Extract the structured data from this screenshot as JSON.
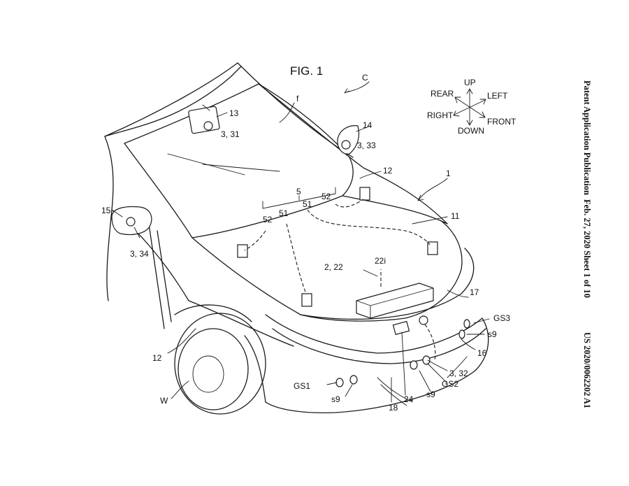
{
  "figure_title": "FIG. 1",
  "header": {
    "publication": "Patent Application Publication",
    "date_sheet": "Feb. 27, 2020  Sheet 1 of 10",
    "number": "US 2020/0062202 A1"
  },
  "directions": {
    "up": "UP",
    "down": "DOWN",
    "left": "LEFT",
    "right": "RIGHT",
    "front": "FRONT",
    "rear": "REAR"
  },
  "labels": {
    "c": "C",
    "f": "f",
    "n13": "13",
    "n3_31": "3, 31",
    "n14": "14",
    "n3_33": "3, 33",
    "n12_top": "12",
    "n1": "1",
    "n11": "11",
    "n5": "5",
    "n51_left": "51",
    "n51_right": "51",
    "n52_left": "52",
    "n52_right": "52",
    "n15": "15",
    "n3_34": "3, 34",
    "n2_22": "2, 22",
    "n22i": "22i",
    "n17": "17",
    "gs3": "GS3",
    "s9_right": "s9",
    "n16": "16",
    "n3_32": "3, 32",
    "gs2": "GS2",
    "s9_mid": "s9",
    "n24": "24",
    "n18": "18",
    "gs1": "GS1",
    "s9_left": "s9",
    "n12_bottom": "12",
    "w": "W"
  }
}
